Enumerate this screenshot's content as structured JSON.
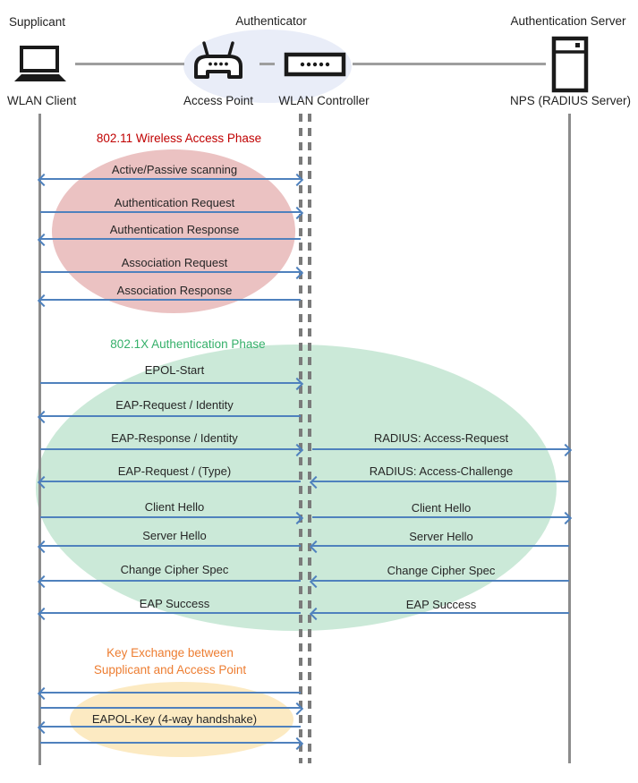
{
  "header": {
    "roles": [
      {
        "label": "Supplicant"
      },
      {
        "label": "Authenticator"
      },
      {
        "label": "Authentication Server"
      }
    ],
    "devices": [
      {
        "label": "WLAN Client",
        "icon": "laptop-icon"
      },
      {
        "label": "Access Point",
        "icon": "access-point-icon"
      },
      {
        "label": "WLAN Controller",
        "icon": "wlan-controller-icon"
      },
      {
        "label": "NPS (RADIUS Server)",
        "icon": "server-icon"
      }
    ]
  },
  "phases": [
    {
      "id": "wireless-access",
      "title": "802.11 Wireless Access Phase",
      "title_color": "#C00000",
      "ellipse_color": "#EBC2C2"
    },
    {
      "id": "dot1x-authentication",
      "title": "802.1X Authentication Phase",
      "title_color": "#35B06A",
      "ellipse_color": "#CBE9D8"
    },
    {
      "id": "key-exchange",
      "title_line1": "Key Exchange between",
      "title_line2": "Supplicant and Access Point",
      "title_color": "#ED7D31",
      "ellipse_color": "#FCEAC2"
    }
  ],
  "messages": [
    {
      "label": "Active/Passive scanning",
      "from": "WLAN Client",
      "to": "WLAN Controller",
      "direction": "both"
    },
    {
      "label": "Authentication Request",
      "from": "WLAN Client",
      "to": "WLAN Controller",
      "direction": "right"
    },
    {
      "label": "Authentication Response",
      "from": "WLAN Controller",
      "to": "WLAN Client",
      "direction": "left"
    },
    {
      "label": "Association Request",
      "from": "WLAN Client",
      "to": "WLAN Controller",
      "direction": "right"
    },
    {
      "label": "Association Response",
      "from": "WLAN Controller",
      "to": "WLAN Client",
      "direction": "left"
    },
    {
      "label": "EPOL-Start",
      "from": "WLAN Client",
      "to": "WLAN Controller",
      "direction": "right"
    },
    {
      "label": "EAP-Request / Identity",
      "from": "WLAN Controller",
      "to": "WLAN Client",
      "direction": "left"
    },
    {
      "label": "EAP-Response / Identity",
      "from": "WLAN Client",
      "to": "WLAN Controller",
      "direction": "right"
    },
    {
      "label": "RADIUS: Access-Request",
      "from": "WLAN Controller",
      "to": "NPS (RADIUS Server)",
      "direction": "right"
    },
    {
      "label": "EAP-Request / (Type)",
      "from": "WLAN Controller",
      "to": "WLAN Client",
      "direction": "left"
    },
    {
      "label": "RADIUS: Access-Challenge",
      "from": "NPS (RADIUS Server)",
      "to": "WLAN Controller",
      "direction": "left"
    },
    {
      "label": "Client Hello",
      "from": "WLAN Client",
      "to": "WLAN Controller",
      "direction": "right"
    },
    {
      "label": "Client Hello",
      "from": "WLAN Controller",
      "to": "NPS (RADIUS Server)",
      "direction": "right"
    },
    {
      "label": "Server Hello",
      "from": "WLAN Controller",
      "to": "WLAN Client",
      "direction": "left"
    },
    {
      "label": "Server Hello",
      "from": "NPS (RADIUS Server)",
      "to": "WLAN Controller",
      "direction": "left"
    },
    {
      "label": "Change Cipher Spec",
      "from": "WLAN Controller",
      "to": "WLAN Client",
      "direction": "left"
    },
    {
      "label": "Change Cipher Spec",
      "from": "NPS (RADIUS Server)",
      "to": "WLAN Controller",
      "direction": "left"
    },
    {
      "label": "EAP Success",
      "from": "WLAN Controller",
      "to": "WLAN Client",
      "direction": "left"
    },
    {
      "label": "EAP Success",
      "from": "NPS (RADIUS Server)",
      "to": "WLAN Controller",
      "direction": "left"
    },
    {
      "label": "",
      "from": "WLAN Controller",
      "to": "WLAN Client",
      "direction": "left"
    },
    {
      "label": "",
      "from": "WLAN Client",
      "to": "WLAN Controller",
      "direction": "right"
    },
    {
      "label": "EAPOL-Key (4-way handshake)",
      "from": "WLAN Controller",
      "to": "WLAN Client",
      "direction": "left"
    },
    {
      "label": "",
      "from": "WLAN Client",
      "to": "WLAN Controller",
      "direction": "right"
    }
  ],
  "colors": {
    "arrow_blue": "#4F81BD",
    "lifeline_gray": "#8C8C8C",
    "authenticator_ellipse": "#E9EDF8",
    "phase1_red": "#C00000",
    "phase2_green": "#35B06A",
    "phase3_orange": "#ED7D31"
  }
}
